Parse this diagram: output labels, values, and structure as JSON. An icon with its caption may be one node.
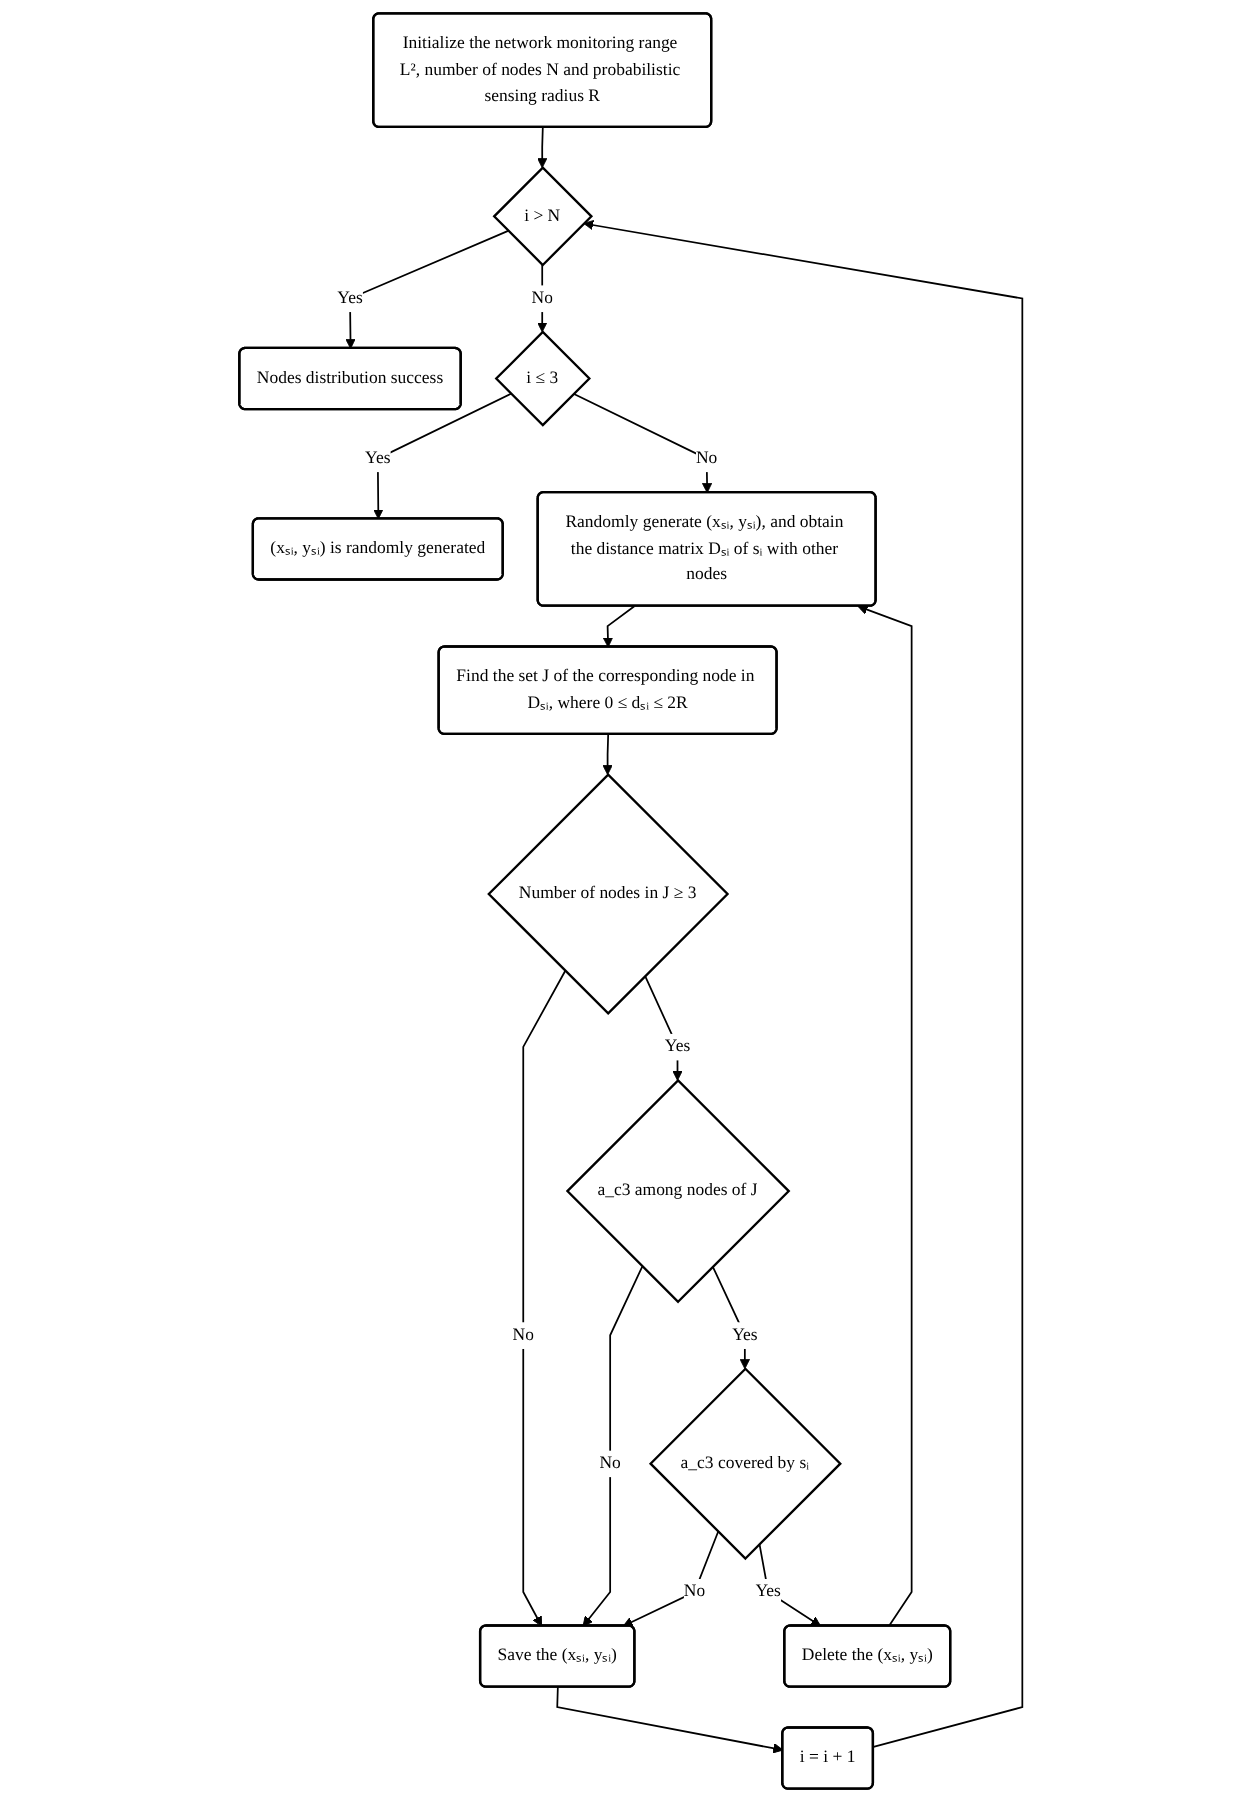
{
  "diagram": {
    "nodes": [
      {
        "text": [
          "Initialize the network monitoring range L², number of nodes N and probabilistic sensing radius R"
        ]
      },
      {
        "text": [
          "i > N"
        ]
      },
      {
        "text": [
          "i ≤ 3"
        ]
      },
      {
        "text": [
          "(xₛᵢ, yₛᵢ) is randomly generated"
        ]
      },
      {
        "text": [
          "Randomly generate (xₛᵢ, yₛᵢ), and obtain the distance matrix Dₛᵢ of sᵢ with other nodes"
        ]
      },
      {
        "text": [
          "Find the set J of the corresponding node in Dₛᵢ, where 0 ≤ dₛᵢ ≤ 2R"
        ]
      },
      {
        "text": [
          "Number of nodes in J ≥ 3"
        ]
      },
      {
        "text": [
          "a_c3 among nodes of J"
        ]
      },
      {
        "text": [
          "a_c3 covered by sᵢ"
        ]
      },
      {
        "text": [
          "Delete the (xₛᵢ, yₛᵢ)"
        ]
      },
      {
        "text": [
          "Save the (xₛᵢ, yₛᵢ)"
        ]
      },
      {
        "text": [
          "Nodes distribution success"
        ]
      },
      {
        "text": [
          "i = i + 1"
        ]
      }
    ],
    "edges": [
      {
        "from": 0,
        "to": 1,
        "arrow": "to"
      },
      {
        "from": 1,
        "to": 11,
        "label": "Yes",
        "arrow": "to"
      },
      {
        "from": 1,
        "to": 2,
        "label": "No",
        "arrow": "to"
      },
      {
        "from": 2,
        "to": 3,
        "label": "Yes",
        "arrow": "to"
      },
      {
        "from": 2,
        "to": 4,
        "label": "No",
        "arrow": "to"
      },
      {
        "from": 4,
        "to": 5,
        "arrow": "to"
      },
      {
        "from": 5,
        "to": 6,
        "arrow": "to"
      },
      {
        "from": 6,
        "to": 10,
        "label": "No",
        "arrow": "to"
      },
      {
        "from": 6,
        "to": 7,
        "label": "Yes",
        "arrow": "to"
      },
      {
        "from": 7,
        "to": 10,
        "label": "No",
        "arrow": "to"
      },
      {
        "from": 7,
        "to": 8,
        "label": "Yes",
        "arrow": "to"
      },
      {
        "from": 8,
        "to": 10,
        "label": "No",
        "arrow": "to"
      },
      {
        "from": 8,
        "to": 9,
        "label": "Yes",
        "arrow": "to"
      },
      {
        "from": 9,
        "to": 4,
        "arrow": "to"
      },
      {
        "from": 10,
        "to": 12,
        "arrow": "to"
      },
      {
        "from": 12,
        "to": 1,
        "arrow": "to"
      }
    ]
  }
}
